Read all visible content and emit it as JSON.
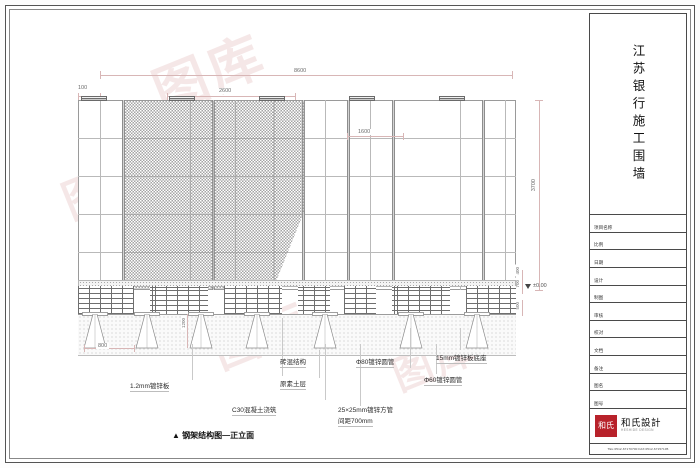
{
  "sheet": {
    "watermark_texts": [
      "图库",
      "图库",
      "图库",
      "图库"
    ]
  },
  "title_block": {
    "main_title": "江苏银行施工围墙",
    "rows": [
      {
        "label": "项目名称",
        "value": ""
      },
      {
        "label": "比例",
        "value": ""
      },
      {
        "label": "日期",
        "value": ""
      },
      {
        "label": "设计",
        "value": ""
      },
      {
        "label": "制图",
        "value": ""
      },
      {
        "label": "审核",
        "value": ""
      },
      {
        "label": "校对",
        "value": ""
      },
      {
        "label": "文档",
        "value": ""
      },
      {
        "label": "备注",
        "value": ""
      },
      {
        "label": "图名",
        "value": ""
      },
      {
        "label": "图号",
        "value": ""
      }
    ],
    "logo": {
      "mark": "和氏",
      "name_cn": "和氏設計",
      "name_en": "HESHIDE DESIGN",
      "accent_color": "#b8222b"
    },
    "contact": "TEL:0512-67170700  FAX:0512-67157105"
  },
  "drawing": {
    "figure_title": "▲ 钢架结构图—正立面",
    "dimensions": {
      "overall_width": "8600",
      "left_offset": "100",
      "bay_width": "2600",
      "mesh_top": "1600",
      "overall_height": "3700",
      "base_upper": "400",
      "base_mid": "700",
      "base_lower": "500",
      "footing_width": "800",
      "footing_height": "1200",
      "elevation": "±0.00"
    },
    "annotations": [
      {
        "id": "plate",
        "text": "1.2mm镀锌板"
      },
      {
        "id": "masonry",
        "text": "砖混结构"
      },
      {
        "id": "soil",
        "text": "原素土层"
      },
      {
        "id": "concrete",
        "text": "C30混凝土浇筑"
      },
      {
        "id": "square-tube",
        "text": "25×25mm镀锌方管"
      },
      {
        "id": "square-tube-spacing",
        "text": "间距700mm"
      },
      {
        "id": "round-tube-80",
        "text": "Φ80镀锌圆管"
      },
      {
        "id": "round-tube-60",
        "text": "Φ60镀锌圆管"
      },
      {
        "id": "base-plate",
        "text": "15mm镀锌板底座"
      }
    ]
  }
}
